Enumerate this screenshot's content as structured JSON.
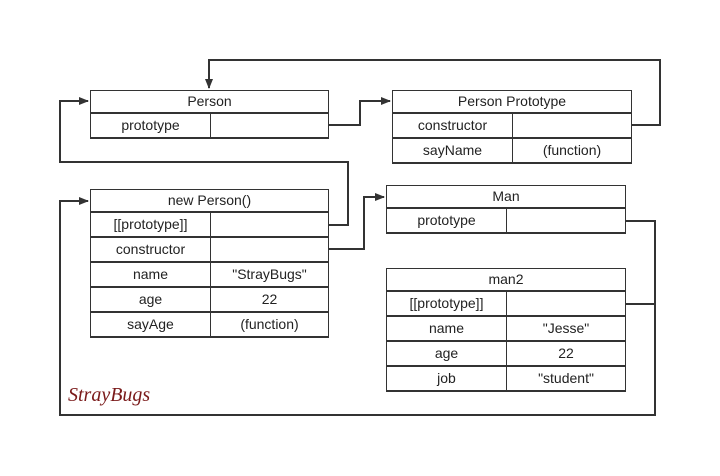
{
  "boxes": {
    "person": {
      "title": "Person",
      "rows": [
        [
          "prototype",
          ""
        ]
      ]
    },
    "person_prototype": {
      "title": "Person Prototype",
      "rows": [
        [
          "constructor",
          ""
        ],
        [
          "sayName",
          "(function)"
        ]
      ]
    },
    "new_person": {
      "title": "new Person()",
      "rows": [
        [
          "[[prototype]]",
          ""
        ],
        [
          "constructor",
          ""
        ],
        [
          "name",
          "\"StrayBugs\""
        ],
        [
          "age",
          "22"
        ],
        [
          "sayAge",
          "(function)"
        ]
      ]
    },
    "man": {
      "title": "Man",
      "rows": [
        [
          "prototype",
          ""
        ]
      ]
    },
    "man2": {
      "title": "man2",
      "rows": [
        [
          "[[prototype]]",
          ""
        ],
        [
          "name",
          "\"Jesse\""
        ],
        [
          "age",
          "22"
        ],
        [
          "job",
          "\"student\""
        ]
      ]
    }
  },
  "signature": "StrayBugs",
  "colors": {
    "line": "#333333",
    "signature": "#7a1a1a"
  }
}
